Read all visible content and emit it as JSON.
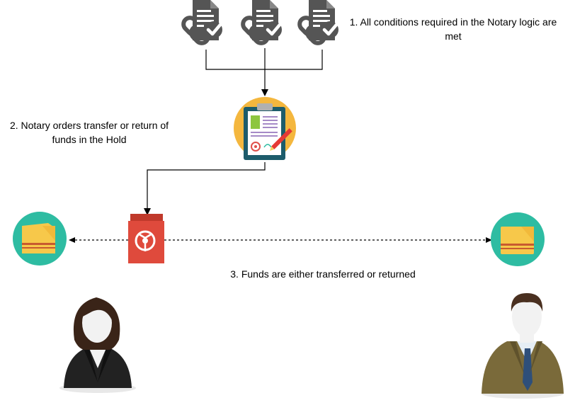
{
  "steps": {
    "conditions_met": "1. All conditions required in the Notary logic are met",
    "notary_orders": "2. Notary orders transfer or return of funds in the Hold",
    "funds_moved": "3. Funds are either transferred or returned"
  },
  "icons": {
    "condition_documents": [
      "document-chain-check-icon",
      "document-chain-check-icon",
      "document-chain-check-icon"
    ],
    "notary": "clipboard-contract-icon",
    "hold": "hold-safe-icon",
    "left_wallet": "wallet-icon",
    "right_wallet": "wallet-icon",
    "left_user": "businesswoman-avatar-icon",
    "right_user": "businessman-avatar-icon"
  },
  "colors": {
    "document_grey": "#555555",
    "notary_circle": "#f4b73e",
    "clipboard_teal": "#1d5c6b",
    "hold_red": "#df4a3c",
    "wallet_circle": "#2ebca2",
    "wallet_yellow": "#f7c84a",
    "wallet_stripe": "#c85a2f"
  }
}
